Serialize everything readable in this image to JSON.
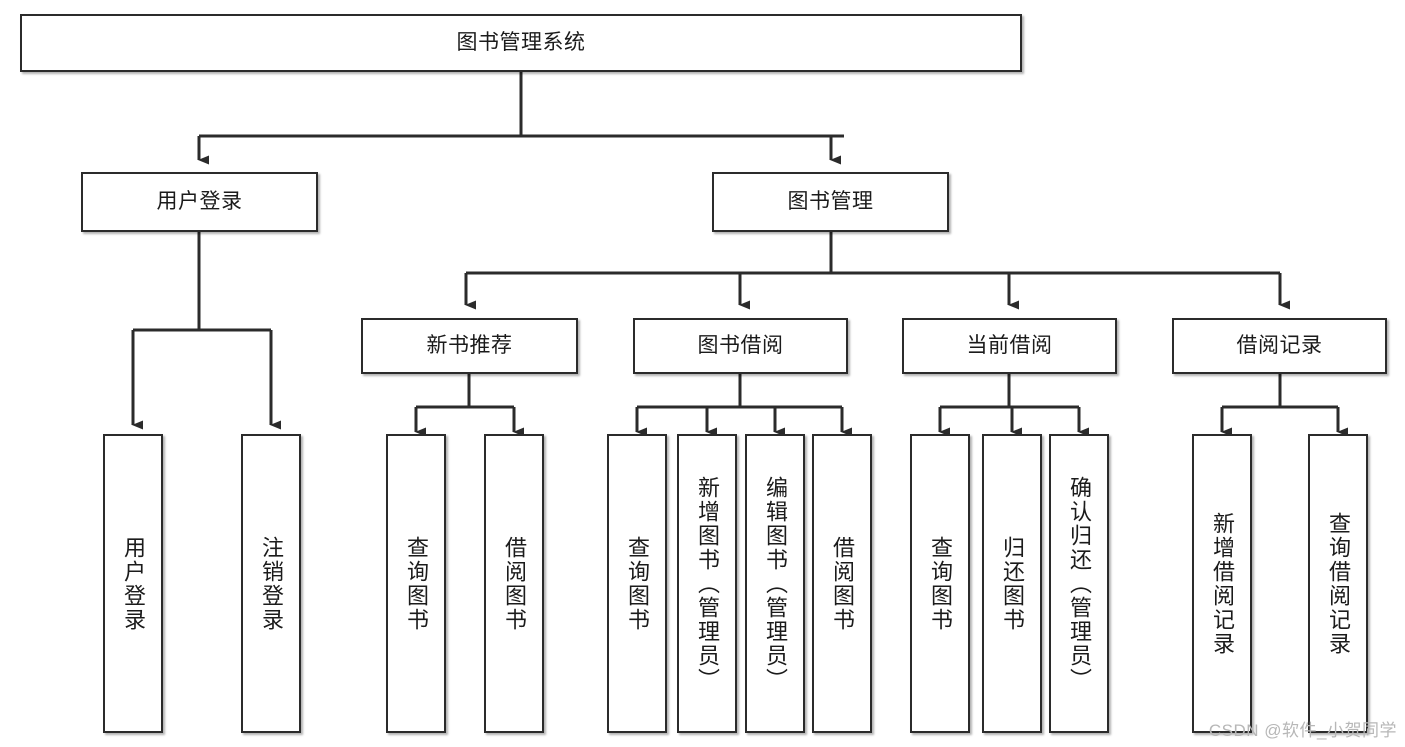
{
  "diagram": {
    "title": "图书管理系统",
    "watermark": "CSDN @软件_小贺同学",
    "colors": {
      "stroke": "#2b2b2b",
      "fill": "#ffffff",
      "text": "#1b1b1b",
      "watermark": "#b7b7b7"
    },
    "nodes": {
      "root": "图书管理系统",
      "l1": {
        "user_login": "用户登录",
        "book_manage": "图书管理"
      },
      "l2": {
        "new_book_recommend": "新书推荐",
        "book_borrow": "图书借阅",
        "current_borrow": "当前借阅",
        "borrow_record": "借阅记录"
      },
      "leaves": {
        "user_login_leaf": "用户登录",
        "logout_leaf": "注销登录",
        "query_book_a": "查询图书",
        "borrow_book_a": "借阅图书",
        "query_book_b": "查询图书",
        "add_book_admin": "新增图书（管理员）",
        "edit_book_admin": "编辑图书（管理员）",
        "borrow_book_b": "借阅图书",
        "query_book_c": "查询图书",
        "return_book": "归还图书",
        "confirm_return_admin": "确认归还（管理员）",
        "add_borrow_record": "新增借阅记录",
        "query_borrow_record": "查询借阅记录"
      }
    }
  }
}
